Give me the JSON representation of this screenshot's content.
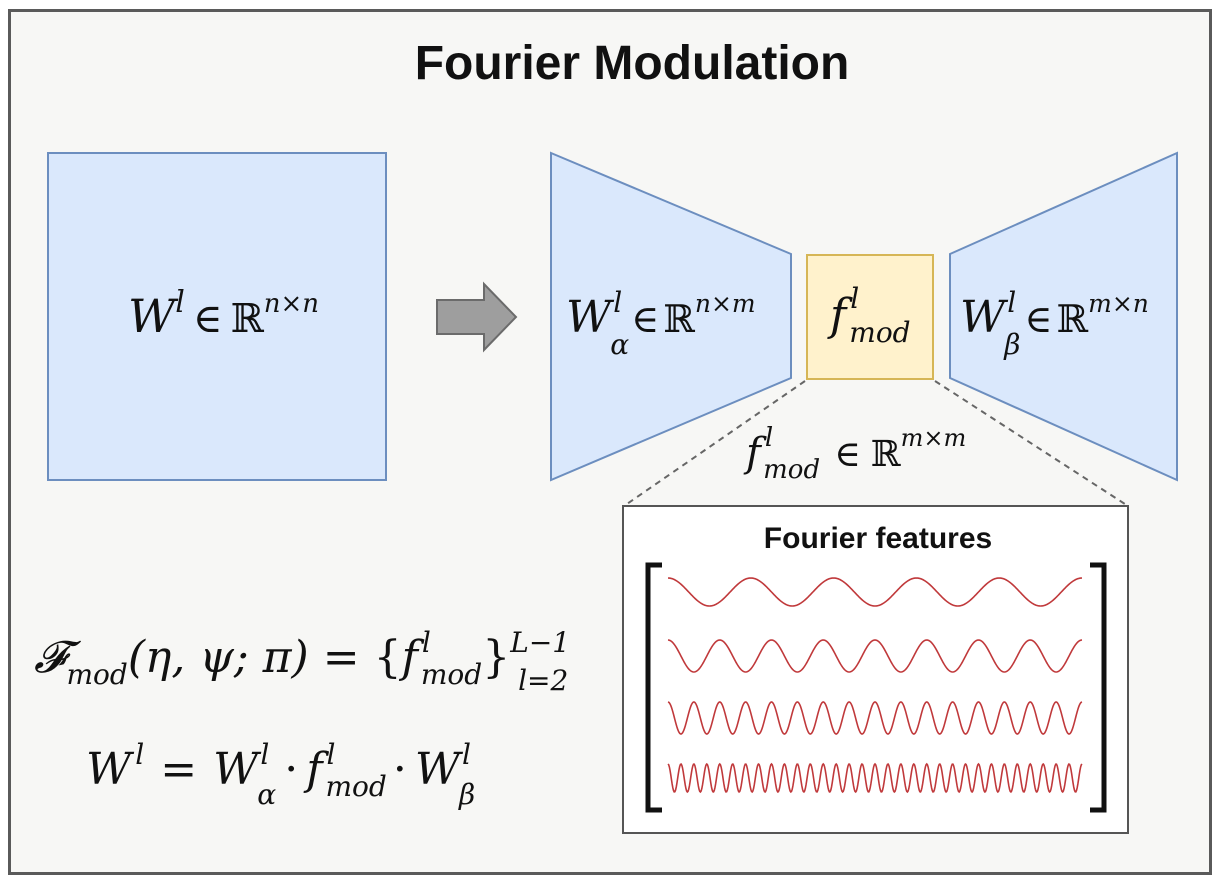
{
  "title": "Fourier Modulation",
  "matrix_W": {
    "base": "W",
    "sup": "l",
    "rel": "∈",
    "set": "ℝ",
    "dims": "n×n"
  },
  "matrix_W_alpha": {
    "base": "W",
    "sup": "l",
    "sub": "α",
    "rel": "∈",
    "set": "ℝ",
    "dims": "n×m"
  },
  "matrix_f_mod": {
    "base": "f",
    "sup": "l",
    "sub": "mod"
  },
  "matrix_W_beta": {
    "base": "W",
    "sup": "l",
    "sub": "β",
    "rel": "∈",
    "set": "ℝ",
    "dims": "m×n"
  },
  "f_mod_dim": {
    "base": "f",
    "sup": "l",
    "sub": "mod",
    "rel": "∈",
    "set": "ℝ",
    "dims": "m×m"
  },
  "fourier_panel": {
    "title": "Fourier features",
    "wave_cycles": [
      5,
      8,
      16,
      32
    ]
  },
  "equation_1": {
    "lhs_base": "𝓕",
    "lhs_sub": "mod",
    "args": "(η, ψ; π)",
    "eq": "=",
    "open": "{",
    "inner_base": "f",
    "inner_sup": "l",
    "inner_sub": "mod",
    "close": "}",
    "upper": "L−1",
    "lower": "l=2"
  },
  "equation_2": {
    "lhs": "W",
    "lhs_sup": "l",
    "eq": "=",
    "t1": "W",
    "t1_sup": "l",
    "t1_sub": "α",
    "dot": "·",
    "t2": "f",
    "t2_sup": "l",
    "t2_sub": "mod",
    "t3": "W",
    "t3_sup": "l",
    "t3_sub": "β"
  },
  "colors": {
    "blue_fill": "#dae8fc",
    "blue_stroke": "#6c8ebf",
    "yellow_fill": "#fff2cc",
    "yellow_stroke": "#d6b656",
    "wave": "#c0393b",
    "arrow_fill": "#9e9e9e"
  }
}
